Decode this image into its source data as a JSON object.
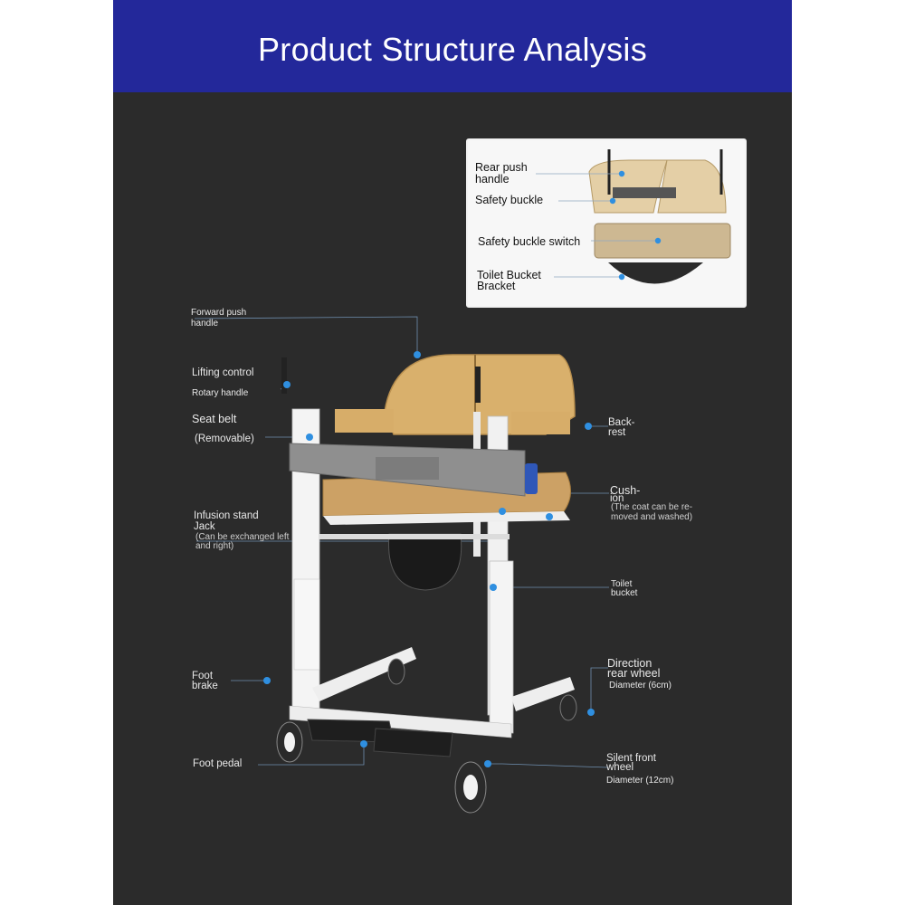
{
  "title": "Product Structure Analysis",
  "inset": {
    "rear_push_handle_1": "Rear push",
    "rear_push_handle_2": "handle",
    "safety_buckle": "Safety buckle",
    "safety_buckle_switch": "Safety buckle switch",
    "toilet_bucket_bracket_1": "Toilet Bucket",
    "toilet_bucket_bracket_2": "Bracket"
  },
  "labels": {
    "forward_push_1": "Forward push",
    "forward_push_2": "handle",
    "lifting_control": "Lifting control",
    "rotary_handle": "Rotary handle",
    "seat_belt": "Seat belt",
    "seat_belt_removable": "(Removable)",
    "infusion_1": "Infusion stand",
    "infusion_2": "Jack",
    "infusion_3": "(Can be exchanged left",
    "infusion_4": "and right)",
    "foot_brake_1": "Foot",
    "foot_brake_2": "brake",
    "foot_pedal": "Foot pedal",
    "backrest_1": "Back-",
    "backrest_2": "rest",
    "cushion_1": "Cush-",
    "cushion_2": "ion",
    "cushion_3": "(The coat can be re-",
    "cushion_4": "moved and washed)",
    "toilet_bucket_1": "Toilet",
    "toilet_bucket_2": "bucket",
    "direction_wheel_1": "Direction",
    "direction_wheel_2": "rear wheel",
    "direction_wheel_diameter": "Diameter (6cm)",
    "silent_wheel_1": "Silent front",
    "silent_wheel_2": "wheel",
    "silent_wheel_diameter": "Diameter (12cm)"
  },
  "colors": {
    "banner": "#23289a",
    "background": "#2b2b2b",
    "callout_dot": "#2f8fe0",
    "frame": "#f3f3f3",
    "seat": "#d7ae6b"
  }
}
